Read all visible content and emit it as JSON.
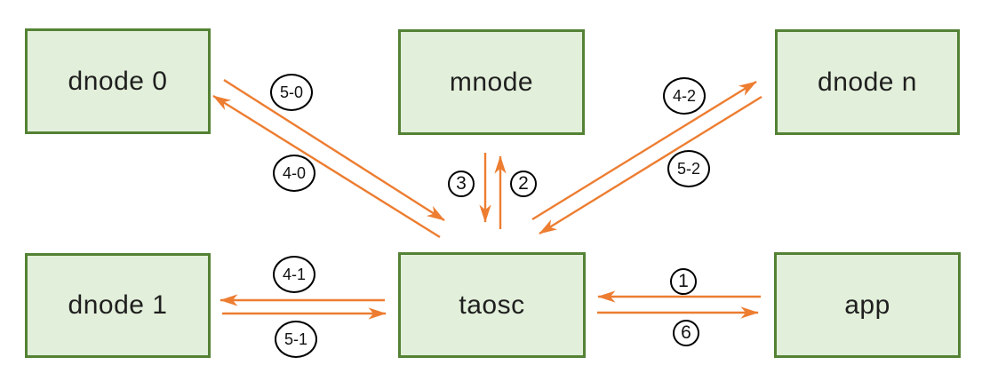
{
  "diagram_type": "architecture-message-flow",
  "colors": {
    "node_fill": "#e2efda",
    "node_border": "#548235",
    "arrow": "#ed7d31",
    "badge_border": "#000000",
    "badge_fill": "#ffffff",
    "text": "#1f1f1f"
  },
  "nodes": {
    "dnode0": {
      "label": "dnode 0"
    },
    "mnode": {
      "label": "mnode"
    },
    "dnoden": {
      "label": "dnode n"
    },
    "dnode1": {
      "label": "dnode 1"
    },
    "taosc": {
      "label": "taosc"
    },
    "app": {
      "label": "app"
    }
  },
  "edges": [
    {
      "label": "1",
      "from": "app",
      "to": "taosc"
    },
    {
      "label": "2",
      "from": "taosc",
      "to": "mnode"
    },
    {
      "label": "3",
      "from": "mnode",
      "to": "taosc"
    },
    {
      "label": "4-0",
      "from": "taosc",
      "to": "dnode0"
    },
    {
      "label": "5-0",
      "from": "dnode0",
      "to": "taosc"
    },
    {
      "label": "4-1",
      "from": "taosc",
      "to": "dnode1"
    },
    {
      "label": "5-1",
      "from": "dnode1",
      "to": "taosc"
    },
    {
      "label": "4-2",
      "from": "taosc",
      "to": "dnoden"
    },
    {
      "label": "5-2",
      "from": "dnoden",
      "to": "taosc"
    },
    {
      "label": "6",
      "from": "taosc",
      "to": "app"
    }
  ]
}
